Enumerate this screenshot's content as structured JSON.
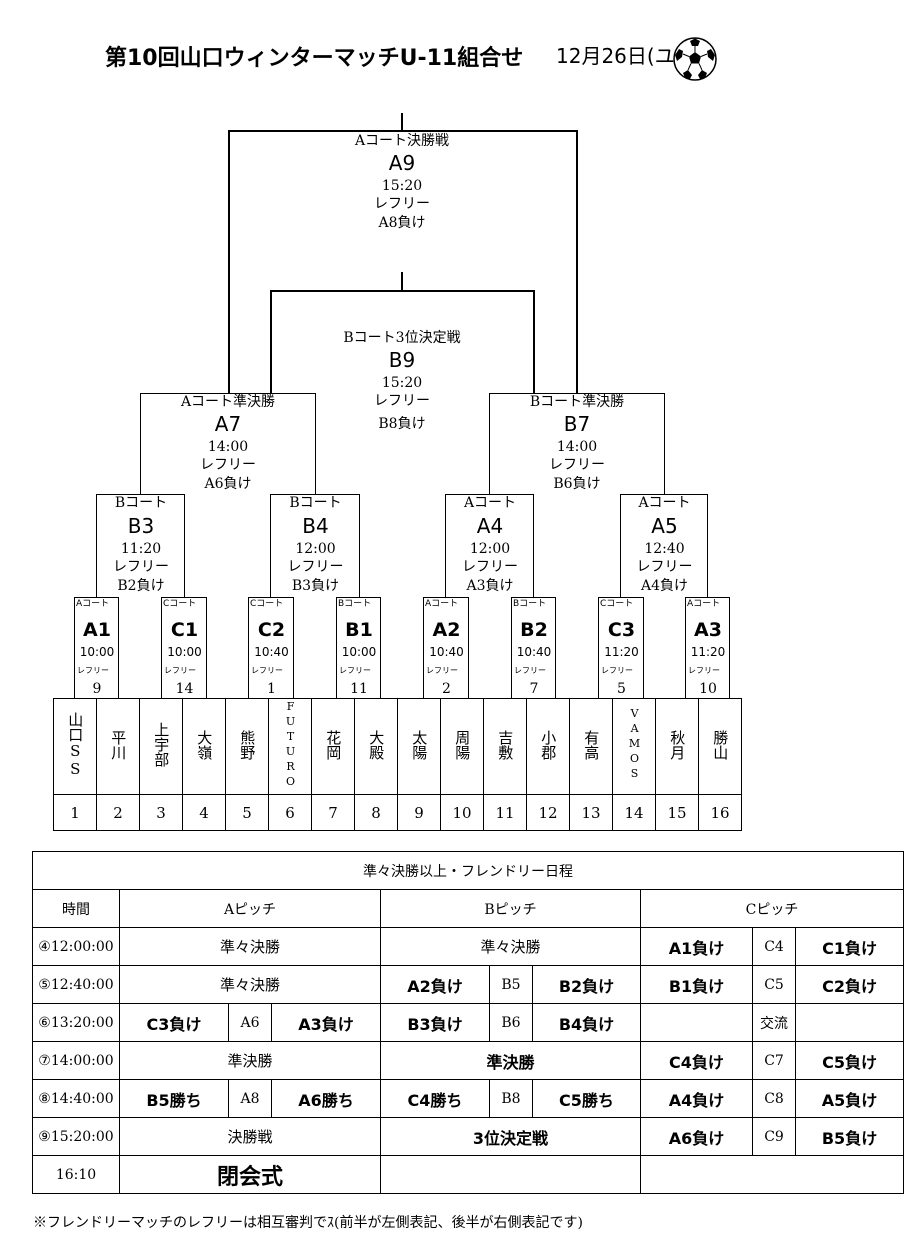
{
  "header": {
    "title": "第10回山口ウィンターマッチU-11組合せ",
    "date": "12月26日(ユ"
  },
  "bracket": {
    "final": {
      "court": "Aコート決勝戦",
      "code": "A9",
      "time": "15:20",
      "ref_label": "レフリー",
      "ref": "A8負け"
    },
    "third": {
      "court": "Bコート3位決定戦",
      "code": "B9",
      "time": "15:20",
      "ref_label": "レフリー",
      "ref": "B8負け"
    },
    "semis": [
      {
        "court": "Aコート準決勝",
        "code": "A7",
        "time": "14:00",
        "ref_label": "レフリー",
        "ref": "A6負け"
      },
      {
        "court": "Bコート準決勝",
        "code": "B7",
        "time": "14:00",
        "ref_label": "レフリー",
        "ref": "B6負け"
      }
    ],
    "quarters": [
      {
        "court": "Bコート",
        "code": "B3",
        "time": "11:20",
        "ref_label": "レフリー",
        "ref": "B2負け"
      },
      {
        "court": "Bコート",
        "code": "B4",
        "time": "12:00",
        "ref_label": "レフリー",
        "ref": "B3負け"
      },
      {
        "court": "Aコート",
        "code": "A4",
        "time": "12:00",
        "ref_label": "レフリー",
        "ref": "A3負け"
      },
      {
        "court": "Aコート",
        "code": "A5",
        "time": "12:40",
        "ref_label": "レフリー",
        "ref": "A4負け"
      }
    ],
    "first_round": [
      {
        "court": "Aコート",
        "code": "A1",
        "time": "10:00",
        "ref_label": "レフリー",
        "ref": "9"
      },
      {
        "court": "Cコート",
        "code": "C1",
        "time": "10:00",
        "ref_label": "レフリー",
        "ref": "14"
      },
      {
        "court": "Cコート",
        "code": "C2",
        "time": "10:40",
        "ref_label": "レフリー",
        "ref": "1"
      },
      {
        "court": "Bコート",
        "code": "B1",
        "time": "10:00",
        "ref_label": "レフリー",
        "ref": "11"
      },
      {
        "court": "Aコート",
        "code": "A2",
        "time": "10:40",
        "ref_label": "レフリー",
        "ref": "2"
      },
      {
        "court": "Bコート",
        "code": "B2",
        "time": "10:40",
        "ref_label": "レフリー",
        "ref": "7"
      },
      {
        "court": "Cコート",
        "code": "C3",
        "time": "11:20",
        "ref_label": "レフリー",
        "ref": "5"
      },
      {
        "court": "Aコート",
        "code": "A3",
        "time": "11:20",
        "ref_label": "レフリー",
        "ref": "10"
      }
    ]
  },
  "teams": [
    {
      "name": "山口SS",
      "num": "1"
    },
    {
      "name": "平川",
      "num": "2"
    },
    {
      "name": "上宇部",
      "num": "3"
    },
    {
      "name": "大嶺",
      "num": "4"
    },
    {
      "name": "熊野",
      "num": "5"
    },
    {
      "name": "FUTURO",
      "num": "6"
    },
    {
      "name": "花岡",
      "num": "7"
    },
    {
      "name": "大殿",
      "num": "8"
    },
    {
      "name": "太陽",
      "num": "9"
    },
    {
      "name": "周陽",
      "num": "10"
    },
    {
      "name": "吉敷",
      "num": "11"
    },
    {
      "name": "小郡",
      "num": "12"
    },
    {
      "name": "有高",
      "num": "13"
    },
    {
      "name": "VAMOS",
      "num": "14"
    },
    {
      "name": "秋月",
      "num": "15"
    },
    {
      "name": "勝山",
      "num": "16"
    }
  ],
  "schedule": {
    "title": "準々決勝以上・フレンドリー日程",
    "headers": {
      "time": "時間",
      "a": "Aピッチ",
      "b": "Bピッチ",
      "c": "Cピッチ"
    },
    "rows": [
      {
        "time": "④12:00:00",
        "a": "準々決勝",
        "b": "準々決勝",
        "c_left": "A1負け",
        "c_mid": "C4",
        "c_right": "C1負け"
      },
      {
        "time": "⑤12:40:00",
        "a": "準々決勝",
        "b_left": "A2負け",
        "b_mid": "B5",
        "b_right": "B2負け",
        "c_left": "B1負け",
        "c_mid": "C5",
        "c_right": "C2負け"
      },
      {
        "time": "⑥13:20:00",
        "a_left": "C3負け",
        "a_mid": "A6",
        "a_right": "A3負け",
        "b_left": "B3負け",
        "b_mid": "B6",
        "b_right": "B4負け",
        "c_left": "",
        "c_mid": "交流",
        "c_right": ""
      },
      {
        "time": "⑦14:00:00",
        "a": "準決勝",
        "b": "準決勝",
        "c_left": "C4負け",
        "c_mid": "C7",
        "c_right": "C5負け"
      },
      {
        "time": "⑧14:40:00",
        "a_left": "B5勝ち",
        "a_mid": "A8",
        "a_right": "A6勝ち",
        "b_left": "C4勝ち",
        "b_mid": "B8",
        "b_right": "C5勝ち",
        "c_left": "A4負け",
        "c_mid": "C8",
        "c_right": "A5負け"
      },
      {
        "time": "⑨15:20:00",
        "a": "決勝戦",
        "b": "3位決定戦",
        "c_left": "A6負け",
        "c_mid": "C9",
        "c_right": "B5負け"
      },
      {
        "time": "16:10",
        "a": "閉会式",
        "b": "",
        "c": ""
      }
    ]
  },
  "note": "※フレンドリーマッチのレフリーは相互審判でｽ(前半が左側表記、後半が右側表記です)"
}
